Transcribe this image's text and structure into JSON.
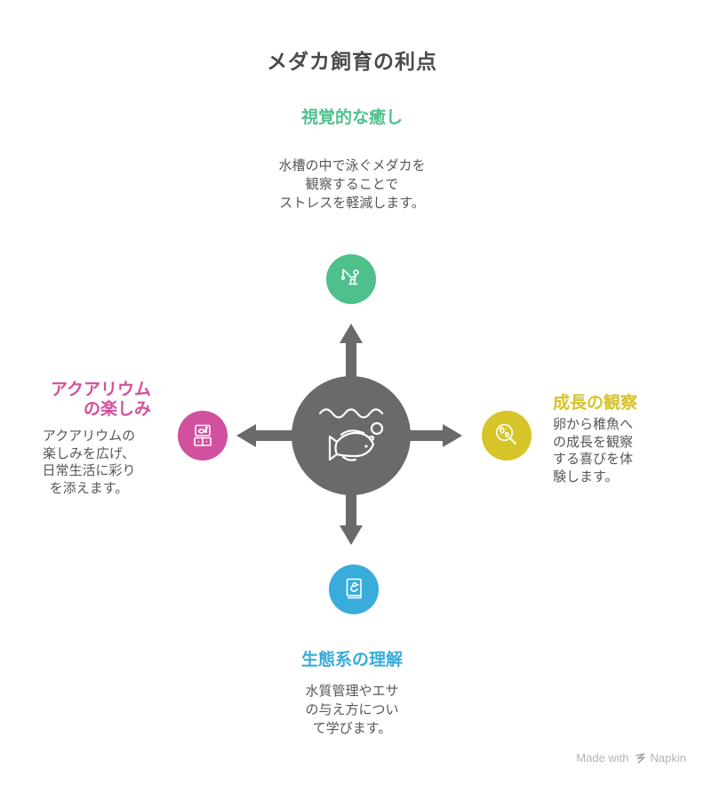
{
  "title": "メダカ飼育の利点",
  "sections": {
    "top": {
      "label": "視覚的な癒し",
      "description": "水槽の中で泳ぐメダカを\n観察することで\nストレスを軽減します。",
      "color": "#4ec08c",
      "icon": "fishing-person-icon"
    },
    "left": {
      "label": "アクアリウム\nの楽しみ",
      "description": "アクアリウムの\n楽しみを広げ、\n日常生活に彩り\nを添えます。",
      "color": "#d2519e",
      "icon": "aquarium-icon"
    },
    "right": {
      "label": "成長の観察",
      "description": "卵から稚魚へ\nの成長を観察\nする喜びを体\n験します。",
      "color": "#d6c428",
      "icon": "magnifier-eggs-icon"
    },
    "bottom": {
      "label": "生態系の理解",
      "description": "水質管理やエサ\nの与え方につい\nて学びます。",
      "color": "#38acdb",
      "icon": "book-duck-icon"
    }
  },
  "center": {
    "icon": "fish-underwater-icon",
    "color": "#6a6a6a"
  },
  "footer": {
    "made_with": "Made with",
    "brand": "Napkin"
  }
}
